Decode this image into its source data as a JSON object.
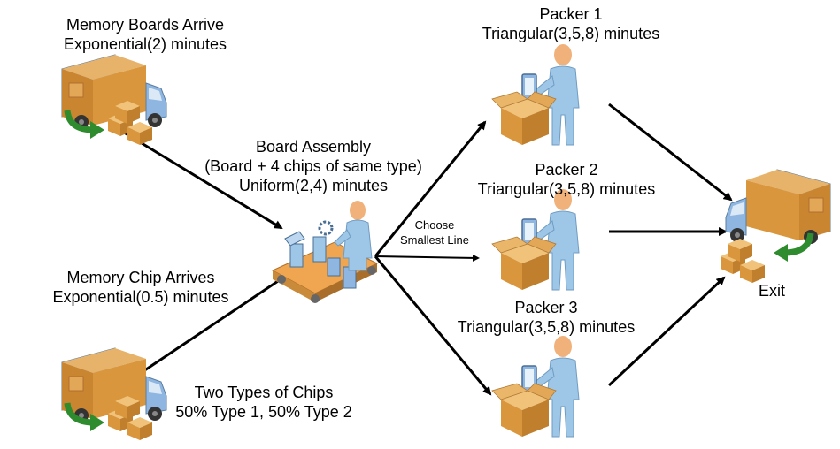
{
  "sources": {
    "boards": {
      "title": "Memory Boards Arrive",
      "dist": "Exponential(2) minutes"
    },
    "chips": {
      "title": "Memory Chip Arrives",
      "dist": "Exponential(0.5) minutes"
    },
    "chip_types": {
      "line1": "Two Types of Chips",
      "line2": "50% Type 1, 50% Type 2"
    }
  },
  "assembly": {
    "title": "Board Assembly",
    "detail": "(Board + 4 chips of same type)",
    "dist": "Uniform(2,4) minutes"
  },
  "routing": {
    "line1": "Choose",
    "line2": "Smallest Line"
  },
  "packers": [
    {
      "name": "Packer 1",
      "dist": "Triangular(3,5,8) minutes"
    },
    {
      "name": "Packer 2",
      "dist": "Triangular(3,5,8) minutes"
    },
    {
      "name": "Packer 3",
      "dist": "Triangular(3,5,8) minutes"
    }
  ],
  "exit": {
    "label": "Exit"
  },
  "colors": {
    "truck_box": "#d9963c",
    "truck_cab": "#8fb6e0",
    "arrow": "#000000",
    "green_arrow": "#2e8b2e",
    "worker": "#9ec6e6",
    "skin": "#f0b27a",
    "carton": "#e0a655"
  }
}
